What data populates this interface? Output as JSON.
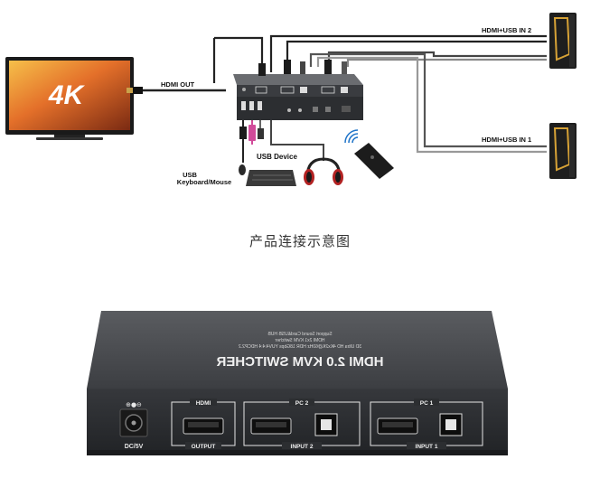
{
  "diagram": {
    "tv_badge": "4K",
    "hdmi_out_label": "HDMI OUT",
    "pc2_label": "HDMI+USB IN 2",
    "pc1_label": "HDMI+USB IN 1",
    "usb_device_label": "USB Device",
    "usb_kbm_label": "USB\nKeyboard/Mouse"
  },
  "caption": "产品连接示意图",
  "product": {
    "top_text_line1": "Support Sound Card&USB HUB",
    "top_text_line2": "HDMI 2x1 KVM Switcher",
    "top_text_line3": "3D Ultra HD 4Kx2K@60Hz HDR 18Gbps YUV4:4:4 HDCP2.2",
    "title": "HDMI 2.0 KVM SWITCHER",
    "power_label": "DC/5V",
    "hdmi_header": "HDMI",
    "output_label": "OUTPUT",
    "pc2_header": "PC 2",
    "input2_label": "INPUT 2",
    "pc1_header": "PC 1",
    "input1_label": "INPUT 1"
  },
  "colors": {
    "device_dark": "#2f3134",
    "device_top": "#4a4c50",
    "port_outline": "#e6e6e6",
    "tv_screen": "#e98a2c",
    "pc_accent": "#d7a236"
  }
}
